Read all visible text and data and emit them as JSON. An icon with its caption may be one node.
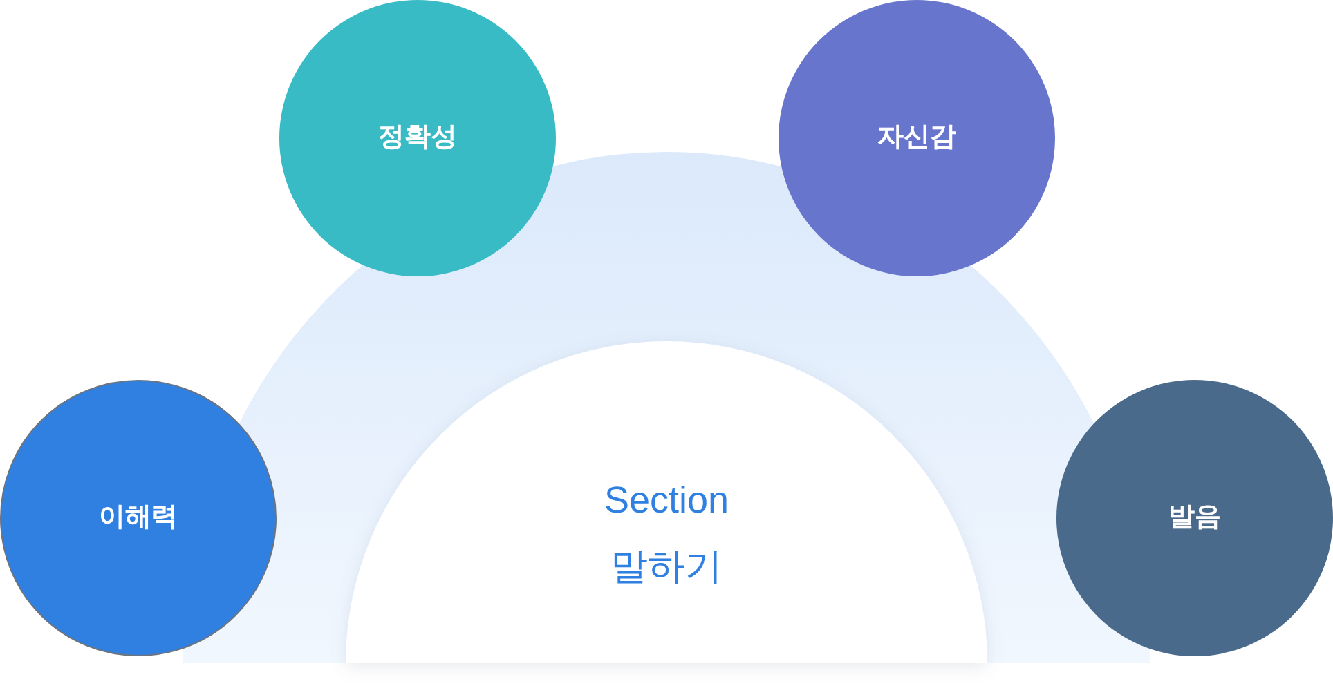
{
  "diagram": {
    "nodes": [
      {
        "text": [
          "정확성"
        ]
      },
      {
        "text": [
          "자신감"
        ]
      },
      {
        "text": [],
        "shape": "arch"
      },
      {
        "text": [
          "이해력"
        ]
      },
      {
        "text": [
          "Section",
          "말하기"
        ],
        "in": 2
      },
      {
        "text": [
          "발음"
        ]
      }
    ]
  }
}
